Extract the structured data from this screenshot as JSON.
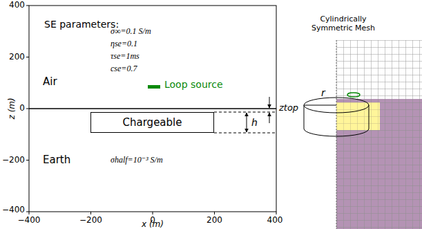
{
  "diagram": {
    "nodes": [
      {
        "text": [
          "Chargeable"
        ]
      }
    ],
    "labels": [
      "400",
      "200",
      "0",
      "−200",
      "−400",
      "−400",
      "−200",
      "0",
      "200",
      "400",
      "z (m)",
      "x (m)",
      "SE parameters:",
      "σ∞=0.1 S/m",
      "ηse=0.1",
      "τse=1ms",
      "cse=0.7",
      "Air",
      "Loop source",
      "Earth",
      "σhalf=10⁻³ S/m",
      "h",
      "ztop",
      "Cylindrically Symmetric Mesh",
      "r"
    ]
  }
}
